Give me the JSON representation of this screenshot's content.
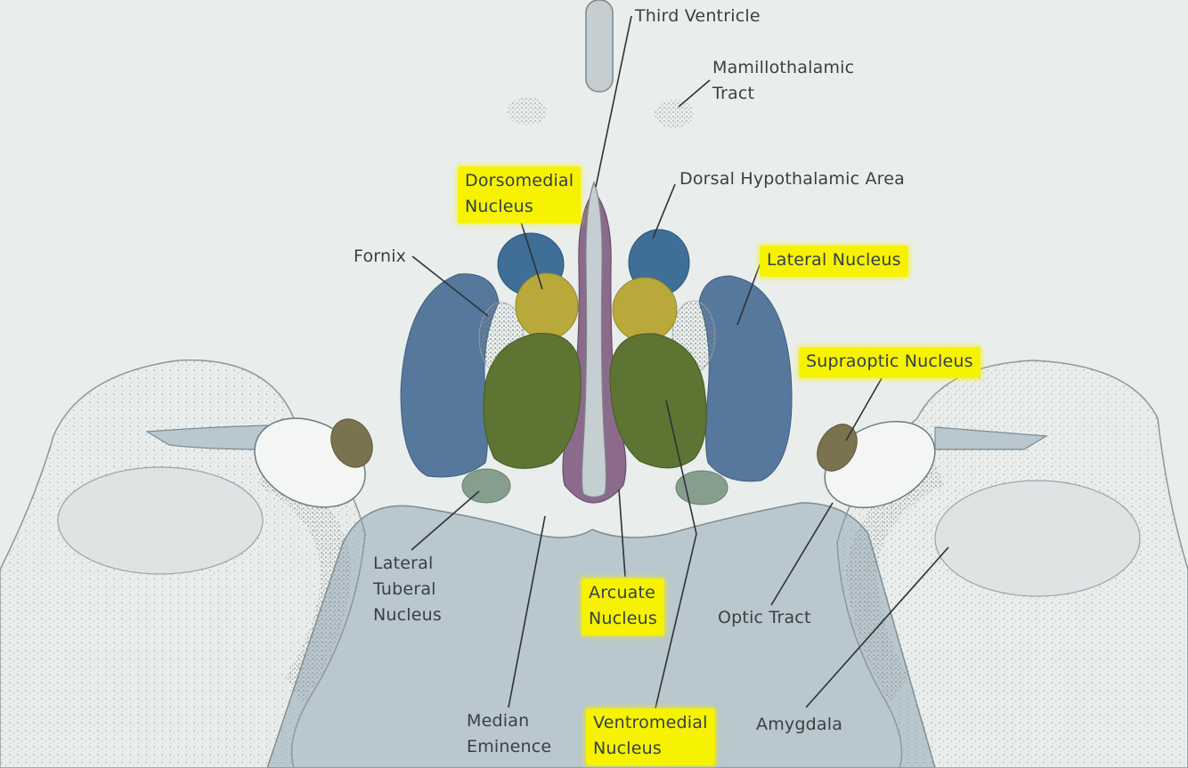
{
  "colors": {
    "background": "#e9eeec",
    "lateral_nucleus": "#56789c",
    "dorsal_hypothalamic_area": "#3f6e97",
    "dorsomedial_nucleus": "#b8a93a",
    "ventromedial_nucleus": "#5d7433",
    "arcuate_nucleus": "#8b6a8b",
    "lateral_tuberal_nucleus": "#879e8c",
    "supraoptic_nucleus": "#7b7250",
    "median_eminence_region": "#b9c7ce",
    "highlight": "#f6f200"
  },
  "labels": {
    "third_ventricle": "Third Ventricle",
    "mamillothalamic_tract": "Mamillothalamic\nTract",
    "dorsomedial_nucleus": "Dorsomedial\nNucleus",
    "dorsal_hypothalamic_area": "Dorsal Hypothalamic Area",
    "fornix": "Fornix",
    "lateral_nucleus": "Lateral Nucleus",
    "supraoptic_nucleus": "Supraoptic Nucleus",
    "lateral_tuberal_nucleus": "Lateral\nTuberal\nNucleus",
    "arcuate_nucleus": "Arcuate\nNucleus",
    "optic_tract": "Optic Tract",
    "median_eminence": "Median\nEminence",
    "ventromedial_nucleus": "Ventromedial\nNucleus",
    "amygdala": "Amygdala"
  },
  "highlighted": [
    "dorsomedial_nucleus",
    "lateral_nucleus",
    "supraoptic_nucleus",
    "arcuate_nucleus",
    "ventromedial_nucleus"
  ]
}
